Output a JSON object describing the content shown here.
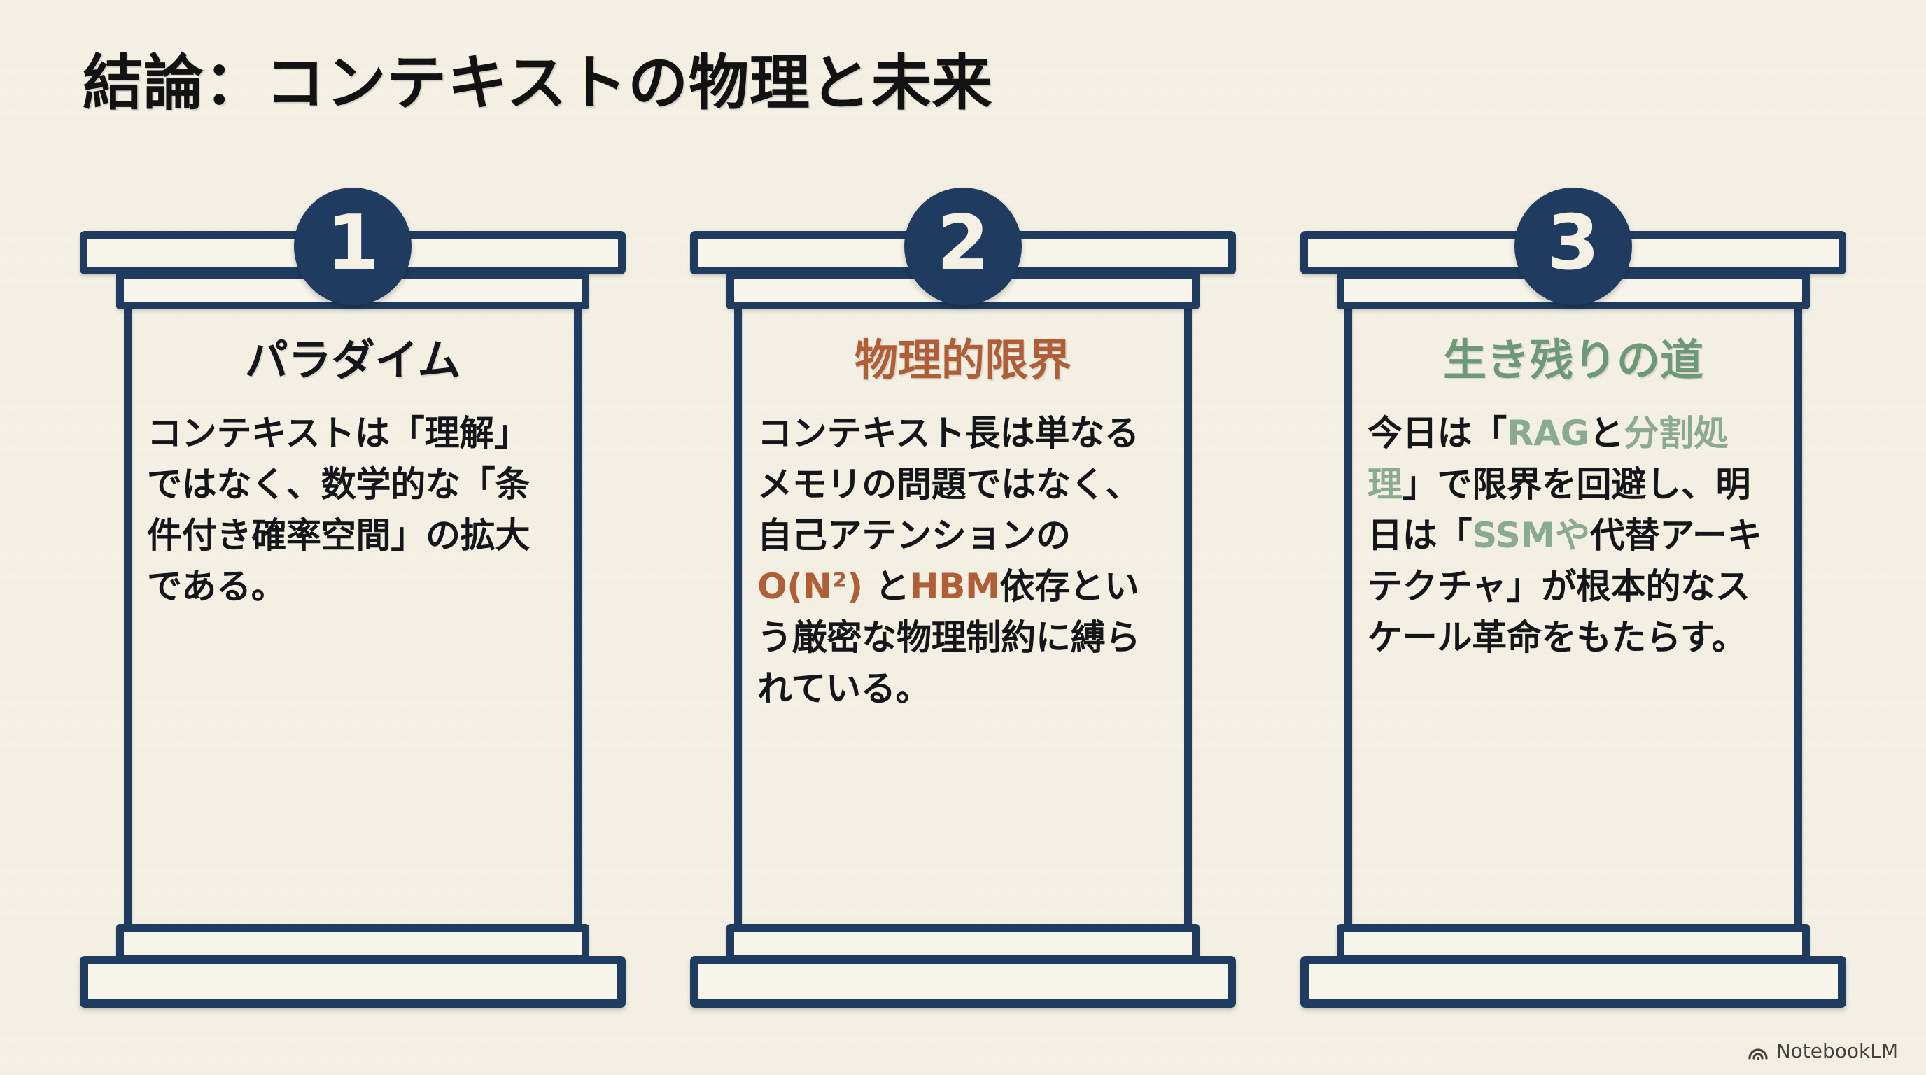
{
  "slide": {
    "title": "結論：コンテキストの物理と未来",
    "background_color": "#f4f1e4",
    "accent_navy": "#1f3c60",
    "accent_rust": "#b05e38",
    "accent_green": "#6e9977"
  },
  "pillars": [
    {
      "number": "1",
      "heading": "パラダイム",
      "heading_color": "#15161a",
      "body_segments": [
        {
          "text": "コンテキストは「理解」ではなく、数学的な「条件付き確率空間」の拡大である。",
          "color": "default"
        }
      ]
    },
    {
      "number": "2",
      "heading": "物理的限界",
      "heading_color": "#b05e38",
      "body_segments": [
        {
          "text": "コンテキスト長は単なるメモリの問題ではなく、自己アテンションの ",
          "color": "default"
        },
        {
          "text": "O(N²)",
          "color": "rust"
        },
        {
          "text": " と",
          "color": "default"
        },
        {
          "text": "HBM",
          "color": "rust"
        },
        {
          "text": "依存という厳密な物理制約に縛られている。",
          "color": "default"
        }
      ]
    },
    {
      "number": "3",
      "heading": "生き残りの道",
      "heading_color": "#6e9977",
      "body_segments": [
        {
          "text": "今日は「",
          "color": "default"
        },
        {
          "text": "RAG",
          "color": "green"
        },
        {
          "text": "と",
          "color": "default"
        },
        {
          "text": "分割処理",
          "color": "green"
        },
        {
          "text": "」で限界を回避し、明日は「",
          "color": "default"
        },
        {
          "text": "SSMや",
          "color": "green"
        },
        {
          "text": "代替アーキテクチャ」が根本的なスケール革命をもたらす。",
          "color": "default"
        }
      ]
    }
  ],
  "watermark": {
    "label": "NotebookLM",
    "icon": "notebooklm-arc-icon"
  }
}
